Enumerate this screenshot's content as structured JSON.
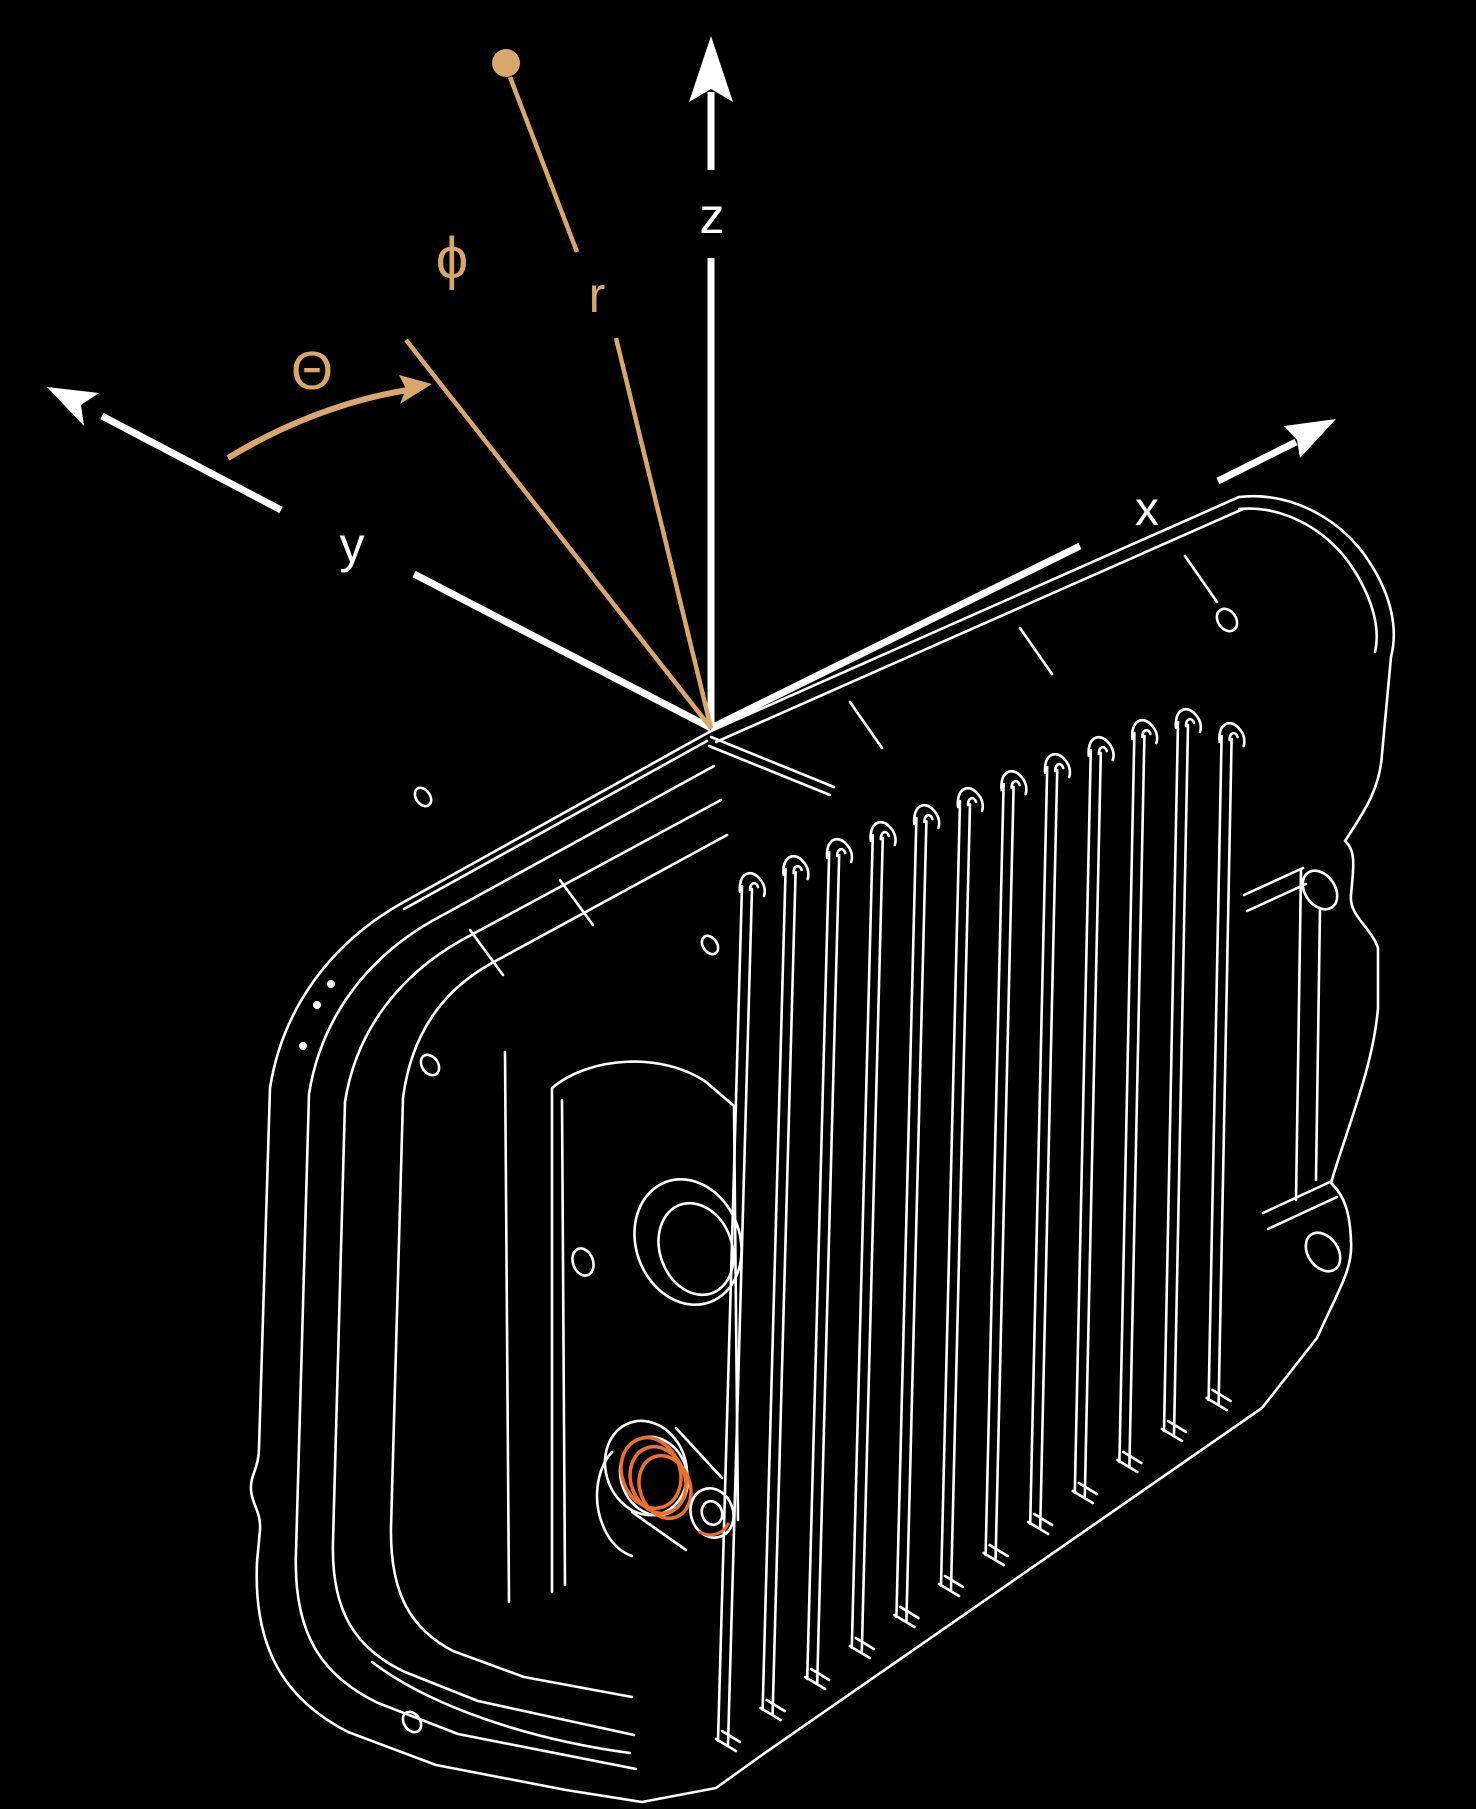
{
  "figure": {
    "title": "Spherical coordinate system over rugged finned enclosure",
    "description": "White isometric wireframe CAD drawing of a ruggedized heat-sink-finned electronics enclosure with an orange coaxial RF connector, on a black background. A coordinate overlay shows white x, y, z axes with arrows and tan spherical-coordinate elements: radial vector r ending in a dot, angle phi line, and curved theta angle arrow.",
    "background": "#000000"
  },
  "colors": {
    "axes": "#ffffff",
    "wireframe": "#ffffff",
    "spherical": "#d9a76c",
    "connector_accent": "#ed6e2d",
    "background": "#000000"
  },
  "labels": {
    "z": "z",
    "x": "x",
    "y": "y",
    "theta": "Θ",
    "phi": "ϕ",
    "r": "r"
  }
}
